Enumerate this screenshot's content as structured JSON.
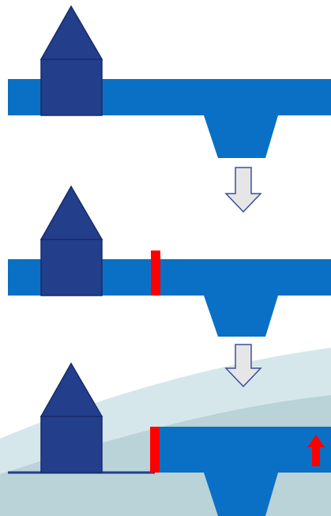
{
  "colors": {
    "background": "#ffffff",
    "water_channel": "#0a70c5",
    "house": "#233e8b",
    "house_outline": "#162c6b",
    "barrier": "#ff0000",
    "arrow_fill": "#e6e6e6",
    "arrow_outline": "#3b4ea0",
    "hill_light": "#d6e7eb",
    "hill_mid": "#b9d3d8",
    "ground_line": "#233e8b"
  },
  "icons": {
    "house": "house-icon",
    "step_arrow": "arrow-down-icon",
    "rise_arrow": "arrow-up-icon"
  },
  "panels": [
    {
      "name": "step-1",
      "barrier": false,
      "rise_arrow": false
    },
    {
      "name": "step-2",
      "barrier": true,
      "rise_arrow": false
    },
    {
      "name": "step-3",
      "barrier": true,
      "rise_arrow": true
    }
  ]
}
